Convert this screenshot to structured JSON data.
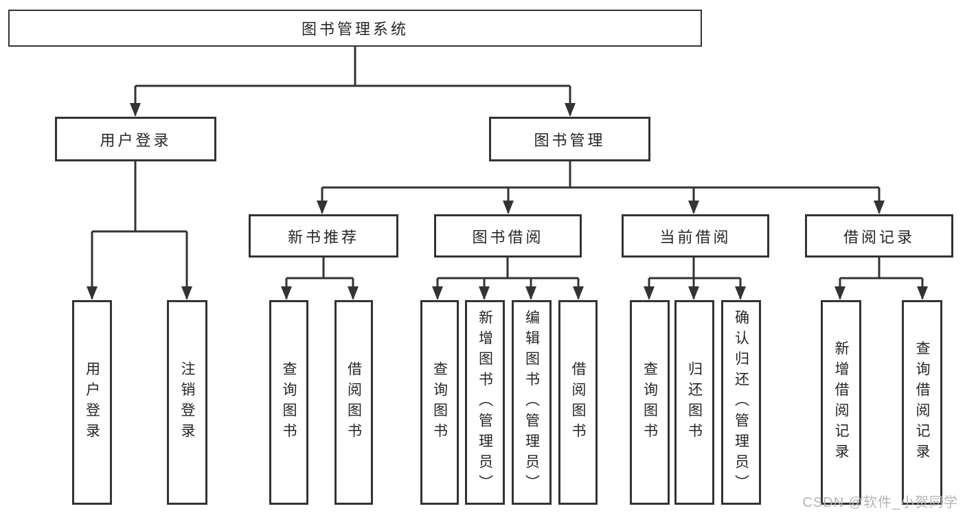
{
  "diagram": {
    "root": {
      "label": "图书管理系统"
    },
    "branches": [
      {
        "label": "用户登录",
        "children": [
          {
            "label": "用户登录"
          },
          {
            "label": "注销登录"
          }
        ]
      },
      {
        "label": "图书管理",
        "children": [
          {
            "label": "新书推荐",
            "children": [
              {
                "label": "查询图书"
              },
              {
                "label": "借阅图书"
              }
            ]
          },
          {
            "label": "图书借阅",
            "children": [
              {
                "label": "查询图书"
              },
              {
                "label": "新增图书（管理员）"
              },
              {
                "label": "编辑图书（管理员）"
              },
              {
                "label": "借阅图书"
              }
            ]
          },
          {
            "label": "当前借阅",
            "children": [
              {
                "label": "查询图书"
              },
              {
                "label": "归还图书"
              },
              {
                "label": "确认归还（管理员）"
              }
            ]
          },
          {
            "label": "借阅记录",
            "children": [
              {
                "label": "新增借阅记录"
              },
              {
                "label": "查询借阅记录"
              }
            ]
          }
        ]
      }
    ],
    "watermark": "CSDN @软件_小贺同学",
    "colors": {
      "line": "#333333",
      "text": "#262626",
      "watermark": "#b5b5b5",
      "background": "#ffffff"
    }
  }
}
